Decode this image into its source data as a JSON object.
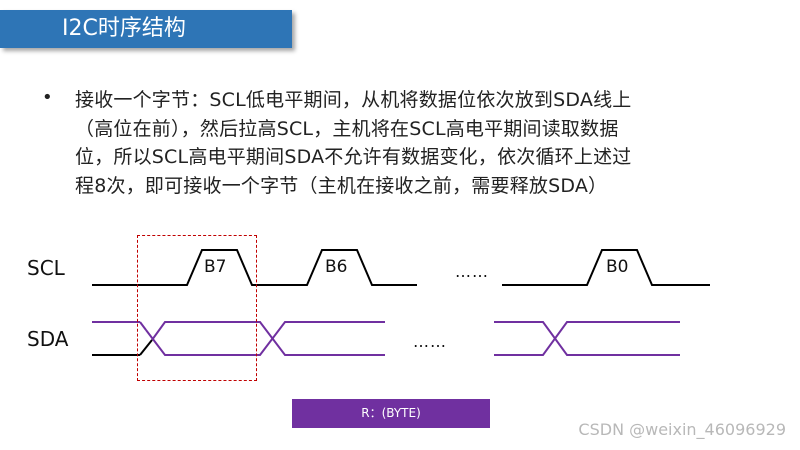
{
  "title": "I2C时序结构",
  "bullet": "•",
  "body_lines": [
    "接收一个字节：SCL低电平期间，从机将数据位依次放到SDA线上",
    "（高位在前），然后拉高SCL，主机将在SCL高电平期间读取数据",
    "位，所以SCL高电平期间SDA不允许有数据变化，依次循环上述过",
    "程8次，即可接收一个字节（主机在接收之前，需要释放SDA）"
  ],
  "diagram": {
    "scl_label": "SCL",
    "sda_label": "SDA",
    "bits": [
      "B7",
      "B6",
      "B0"
    ],
    "scl_ellipsis": "……",
    "sda_ellipsis": "……",
    "byte_label": "R：(BYTE)",
    "colors": {
      "scl": "#000000",
      "sda": "#7030a0",
      "sda_release": "#000000",
      "highlight": "#c00000"
    }
  },
  "watermark": "CSDN @weixin_46096929"
}
